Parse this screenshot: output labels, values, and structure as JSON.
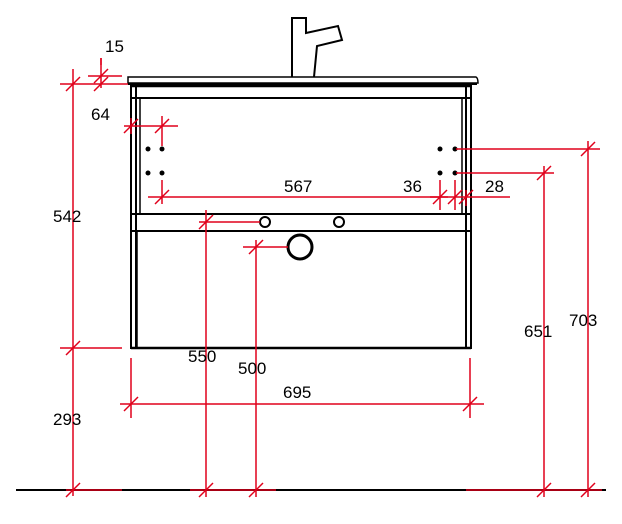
{
  "colors": {
    "dimension_lines": "#e0001b",
    "outline": "#000000",
    "background": "#ffffff"
  },
  "dimensions": {
    "sink_rim_height": "15",
    "leg_inset": "64",
    "total_height_cabinet": "542",
    "floor_to_cabinet_bottom": "293",
    "inner_width": "567",
    "hole_spacing": "36",
    "hole_edge_offset": "28",
    "drain_offset_550": "550",
    "drain_offset_500": "500",
    "overall_width": "695",
    "height_651": "651",
    "height_703": "703"
  }
}
